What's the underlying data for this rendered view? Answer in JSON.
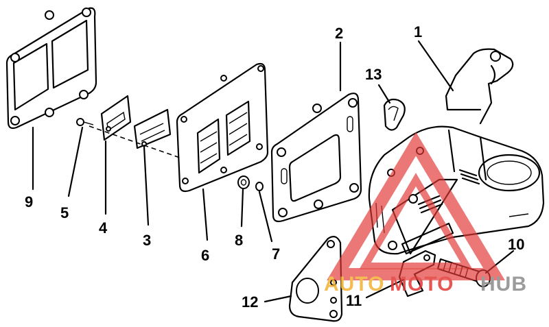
{
  "diagram": {
    "callouts": [
      {
        "id": "1",
        "text": "1"
      },
      {
        "id": "2",
        "text": "2"
      },
      {
        "id": "3",
        "text": "3"
      },
      {
        "id": "4",
        "text": "4"
      },
      {
        "id": "5",
        "text": "5"
      },
      {
        "id": "6",
        "text": "6"
      },
      {
        "id": "7",
        "text": "7"
      },
      {
        "id": "8",
        "text": "8"
      },
      {
        "id": "9",
        "text": "9"
      },
      {
        "id": "10",
        "text": "10"
      },
      {
        "id": "11",
        "text": "11"
      },
      {
        "id": "12",
        "text": "12"
      },
      {
        "id": "13",
        "text": "13"
      }
    ]
  },
  "watermark": {
    "part1": "AUTO",
    "part2": "MOTO",
    "part3": "HUB",
    "colors": {
      "red": "#e23a36",
      "gold": "#f2b233",
      "gray": "#8a8a8a"
    }
  }
}
